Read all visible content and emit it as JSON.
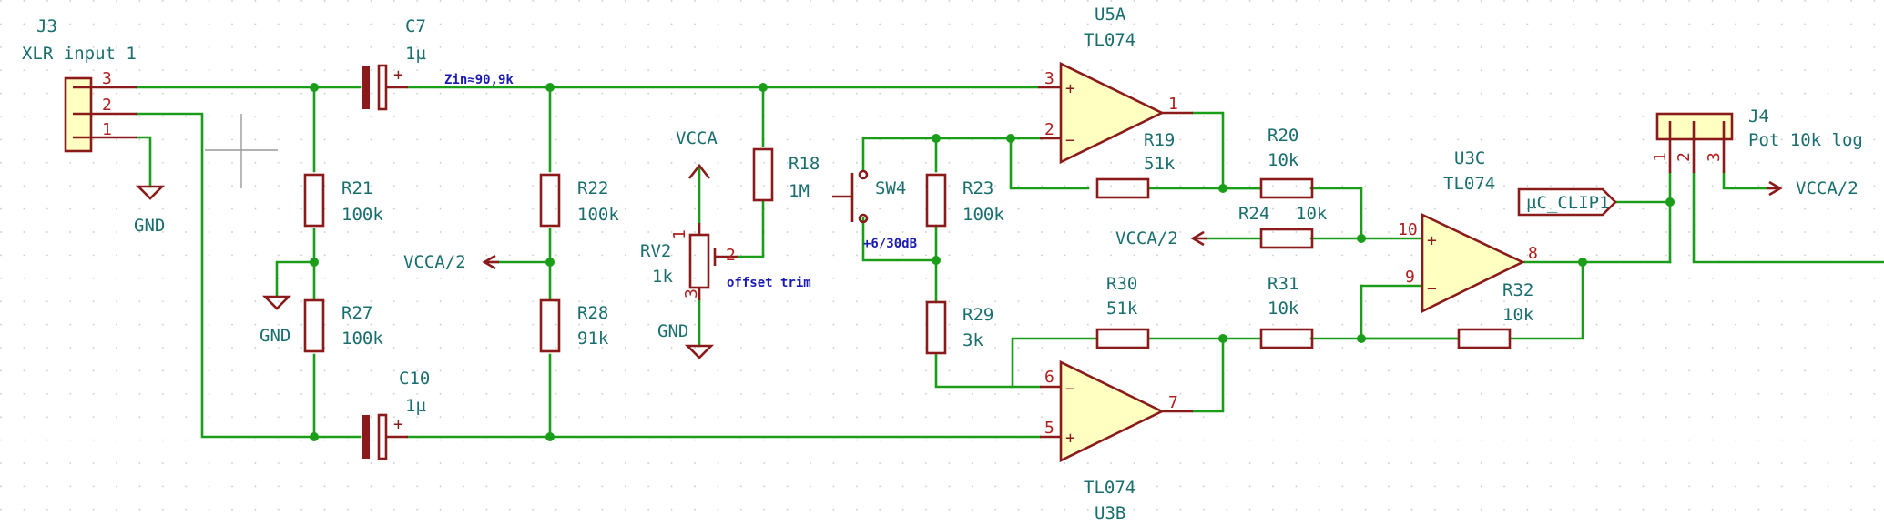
{
  "components": {
    "J3": {
      "ref": "J3",
      "value": "XLR input 1",
      "pins": [
        "3",
        "2",
        "1"
      ]
    },
    "J4": {
      "ref": "J4",
      "value": "Pot 10k log",
      "pins": [
        "1",
        "2",
        "3"
      ]
    },
    "C7": {
      "ref": "C7",
      "value": "1µ"
    },
    "C10": {
      "ref": "C10",
      "value": "1µ"
    },
    "R18": {
      "ref": "R18",
      "value": "1M"
    },
    "R19": {
      "ref": "R19",
      "value": "51k"
    },
    "R20": {
      "ref": "R20",
      "value": "10k"
    },
    "R21": {
      "ref": "R21",
      "value": "100k"
    },
    "R22": {
      "ref": "R22",
      "value": "100k"
    },
    "R23": {
      "ref": "R23",
      "value": "100k"
    },
    "R24": {
      "ref": "R24",
      "value": "10k"
    },
    "R27": {
      "ref": "R27",
      "value": "100k"
    },
    "R28": {
      "ref": "R28",
      "value": "91k"
    },
    "R29": {
      "ref": "R29",
      "value": "3k"
    },
    "R30": {
      "ref": "R30",
      "value": "51k"
    },
    "R31": {
      "ref": "R31",
      "value": "10k"
    },
    "R32": {
      "ref": "R32",
      "value": "10k"
    },
    "RV2": {
      "ref": "RV2",
      "value": "1k",
      "pins": [
        "1",
        "2",
        "3"
      ],
      "note": "offset trim"
    },
    "SW4": {
      "ref": "SW4",
      "note": "+6/30dB"
    },
    "U5A": {
      "ref": "U5A",
      "value": "TL074",
      "pins": [
        "3",
        "2",
        "1"
      ]
    },
    "U3B": {
      "ref": "U3B",
      "value": "TL074",
      "pins": [
        "6",
        "5",
        "7"
      ]
    },
    "U3C": {
      "ref": "U3C",
      "value": "TL074",
      "pins": [
        "10",
        "9",
        "8"
      ]
    }
  },
  "power": {
    "gnd": "GND",
    "vcca": "VCCA",
    "vcca_half": "VCCA/2"
  },
  "labels": {
    "zin": "Zin≈90,9k",
    "uc_clip": "µC_CLIP1"
  },
  "opamp_symbols": {
    "plus": "+",
    "minus": "−"
  },
  "colors": {
    "wire": "#1a9e1a",
    "component": "#8b1a1a",
    "body_fill": "#ffffc2",
    "text": "#1a6e6e",
    "note": "#1a1ab4",
    "grid": "#c8c8c8"
  }
}
